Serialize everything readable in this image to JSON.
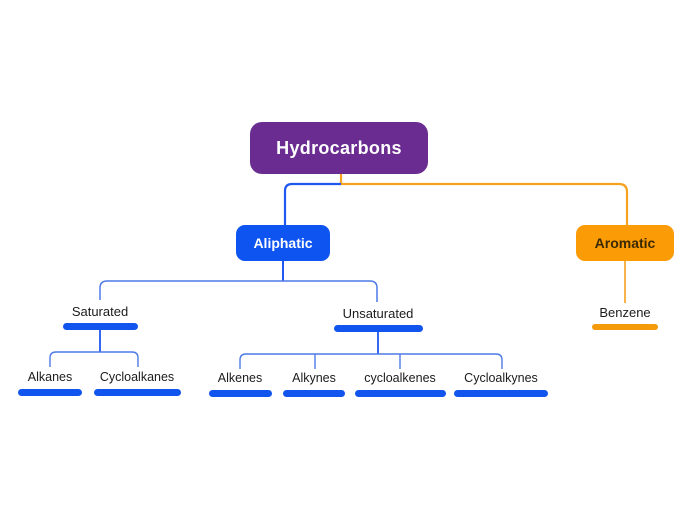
{
  "diagram": {
    "type": "mindmap",
    "title": "Hydrocarbons",
    "root": {
      "label": "Hydrocarbons",
      "fill": "#6a2c91",
      "text_color": "#ffffff",
      "children": [
        {
          "label": "Aliphatic",
          "fill": "#0d54f0",
          "text_color": "#ffffff",
          "branch_color": "#1155ee",
          "children": [
            {
              "label": "Saturated",
              "children": [
                {
                  "label": "Alkanes"
                },
                {
                  "label": "Cycloalkanes"
                }
              ]
            },
            {
              "label": "Unsaturated",
              "children": [
                {
                  "label": "Alkenes"
                },
                {
                  "label": "Alkynes"
                },
                {
                  "label": "cycloalkenes"
                },
                {
                  "label": "Cycloalkynes"
                }
              ]
            }
          ]
        },
        {
          "label": "Aromatic",
          "fill": "#fb9b05",
          "text_color": "#3b2a00",
          "branch_color": "#f59b0b",
          "children": [
            {
              "label": "Benzene"
            }
          ]
        }
      ]
    },
    "colors": {
      "background": "#ffffff",
      "root_fill": "#6a2c91",
      "aliphatic_fill": "#0d54f0",
      "aromatic_fill": "#fb9b05",
      "blue_branch_bar": "#1155ee",
      "blue_connector_strong": "#1f57f0",
      "blue_connector_light": "#4d7ae8",
      "orange_connector": "#f6a21e",
      "orange_branch_bar": "#f59b0b",
      "leaf_text": "#1c1c1c"
    }
  }
}
